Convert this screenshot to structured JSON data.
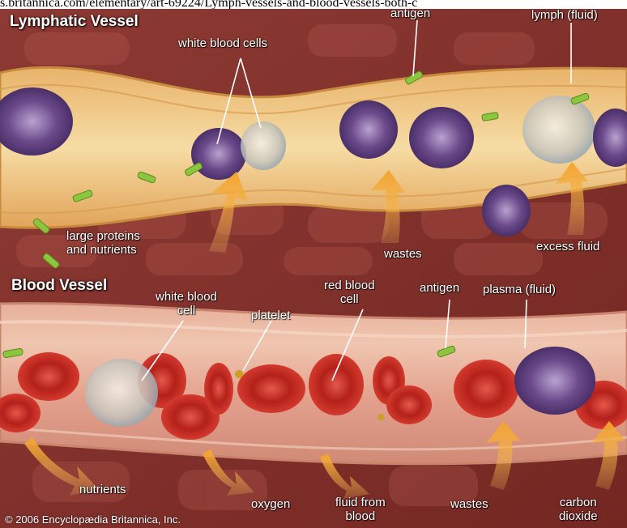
{
  "top_caption": "s.britannica.com/elementary/art-69224/Lymph-vessels-and-blood-vessels-both-c",
  "sections": {
    "lymphatic": "Lymphatic Vessel",
    "blood": "Blood Vessel"
  },
  "labels": {
    "white_blood_cells": "white blood cells",
    "antigen_top": "antigen",
    "lymph_fluid": "lymph (fluid)",
    "large_proteins_1": "large proteins",
    "large_proteins_2": "and nutrients",
    "wastes_top": "wastes",
    "excess_fluid": "excess fluid",
    "white_blood_cell_1": "white blood",
    "white_blood_cell_2": "cell",
    "platelet": "platelet",
    "red_blood_cell_1": "red blood",
    "red_blood_cell_2": "cell",
    "antigen_bottom": "antigen",
    "plasma_fluid": "plasma (fluid)",
    "nutrients": "nutrients",
    "oxygen": "oxygen",
    "fluid_from_1": "fluid from",
    "fluid_from_2": "blood",
    "wastes_bottom": "wastes",
    "carbon_1": "carbon",
    "carbon_2": "dioxide"
  },
  "credit": "© 2006 Encyclopædia Britannica, Inc.",
  "colors": {
    "tissue": "#8a3530",
    "lymph_vessel": "#f0c98a",
    "blood_vessel": "#e9b59a",
    "arrow": "#f3a93a",
    "rbc": "#c8271f",
    "wbc": "#6b4a8a"
  }
}
